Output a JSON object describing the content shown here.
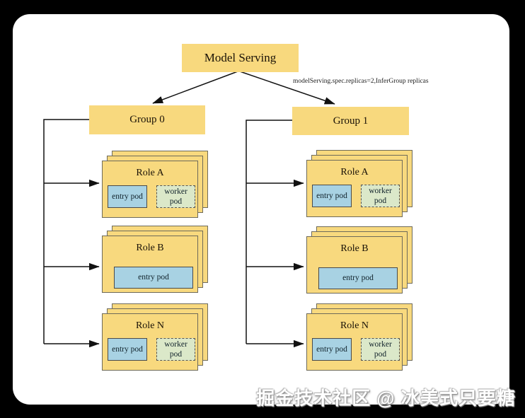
{
  "diagram": {
    "root": {
      "label": "Model Serving"
    },
    "edge_annotation": "modelServing.spec.replicas=2,InferGroup replicas",
    "groups": [
      {
        "label": "Group 0",
        "roles": [
          {
            "label": "Role A",
            "pods": [
              {
                "label": "entry pod"
              },
              {
                "label": "worker pod"
              }
            ]
          },
          {
            "label": "Role B",
            "pods": [
              {
                "label": "entry pod"
              }
            ]
          },
          {
            "label": "Role N",
            "pods": [
              {
                "label": "entry pod"
              },
              {
                "label": "worker pod"
              }
            ]
          }
        ]
      },
      {
        "label": "Group 1",
        "roles": [
          {
            "label": "Role A",
            "pods": [
              {
                "label": "entry pod"
              },
              {
                "label": "worker pod"
              }
            ]
          },
          {
            "label": "Role B",
            "pods": [
              {
                "label": "entry pod"
              }
            ]
          },
          {
            "label": "Role N",
            "pods": [
              {
                "label": "entry pod"
              },
              {
                "label": "worker pod"
              }
            ]
          }
        ]
      }
    ],
    "colors": {
      "node_fill": "#F8D97E",
      "entry_pod_fill": "#A8D2E3",
      "worker_pod_fill": "#DBE8C9",
      "connector_line": "#111111",
      "canvas_background": "#ffffff",
      "frame_background": "#000000"
    }
  },
  "watermark": {
    "text": "掘金技术社区 @ 冰美式只要糖"
  }
}
